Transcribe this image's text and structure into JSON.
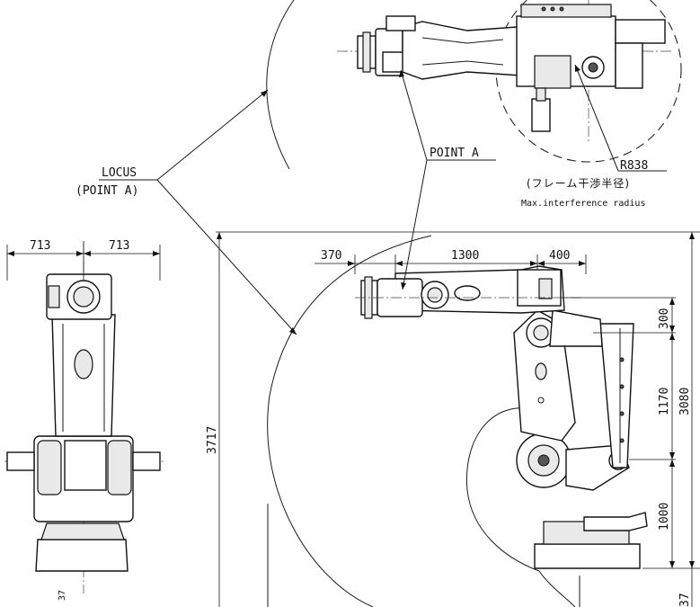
{
  "labels": {
    "locus_line1": "LOCUS",
    "locus_line2": "(POINT A)",
    "point_a": "POINT A",
    "radius": "R838",
    "radius_jp": "(フレーム干渉半径)",
    "radius_en": "Max.interference radius"
  },
  "dimensions": {
    "front_left_width": "713",
    "front_right_width": "713",
    "side_reach_wrist": "370",
    "side_arm_length": "1300",
    "side_offset": "400",
    "overall_height": "3717",
    "upper_offset": "300",
    "lower_arm_length": "1170",
    "total_height": "3080",
    "base_height": "1000",
    "bottom_value": "37",
    "stray_mark": "37"
  }
}
